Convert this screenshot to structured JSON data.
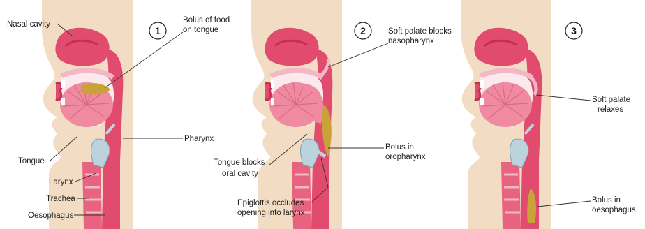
{
  "colors": {
    "skin": "#f2dcc4",
    "mucosa": "#e14b6d",
    "mucosa_dark": "#c42f55",
    "tongue": "#f08aa0",
    "tongue_lines": "#d96a84",
    "palate": "#f3b8c6",
    "bolus": "#c9a23a",
    "cartilage": "#bcd3de",
    "cavity": "#fbe9ee"
  },
  "panel_1": {
    "number": "1",
    "labels": {
      "nasal_cavity": "Nasal cavity",
      "bolus_line1": "Bolus of food",
      "bolus_line2": "on tongue",
      "pharynx": "Pharynx",
      "tongue": "Tongue",
      "larynx": "Larynx",
      "trachea": "Trachea",
      "oesophagus": "Oesophagus"
    }
  },
  "panel_2": {
    "number": "2",
    "labels": {
      "soft_palate_line1": "Soft palate blocks",
      "soft_palate_line2": "nasopharynx",
      "bolus_line1": "Bolus in",
      "bolus_line2": "oropharynx",
      "tongue_line1": "Tongue blocks",
      "tongue_line2": "oral cavity",
      "epiglottis_line1": "Epiglottis occludes",
      "epiglottis_line2": "opening into larynx"
    }
  },
  "panel_3": {
    "number": "3",
    "labels": {
      "soft_palate_line1": "Soft palate",
      "soft_palate_line2": "relaxes",
      "bolus_line1": "Bolus in",
      "bolus_line2": "oesophagus"
    }
  }
}
